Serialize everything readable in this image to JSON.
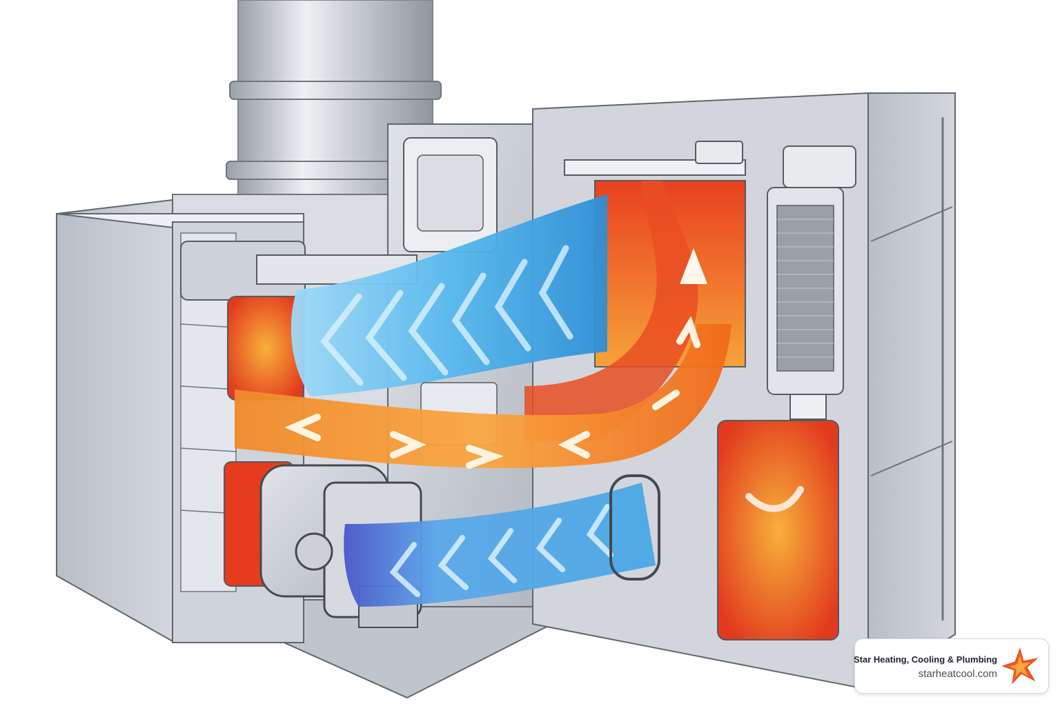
{
  "image": {
    "subject": "furnace-cutaway",
    "colors": {
      "cold_air": "#3aa7e6",
      "hot_air": "#f06a1a",
      "hot_core": "#e8401f",
      "metal": "#c9ced5",
      "metal_dark": "#8e959e"
    }
  },
  "badge": {
    "company": "Star Heating, Cooling & Plumbing",
    "url": "starheatcool.com",
    "icon": "star-icon",
    "star_color": "#f05a1f"
  }
}
